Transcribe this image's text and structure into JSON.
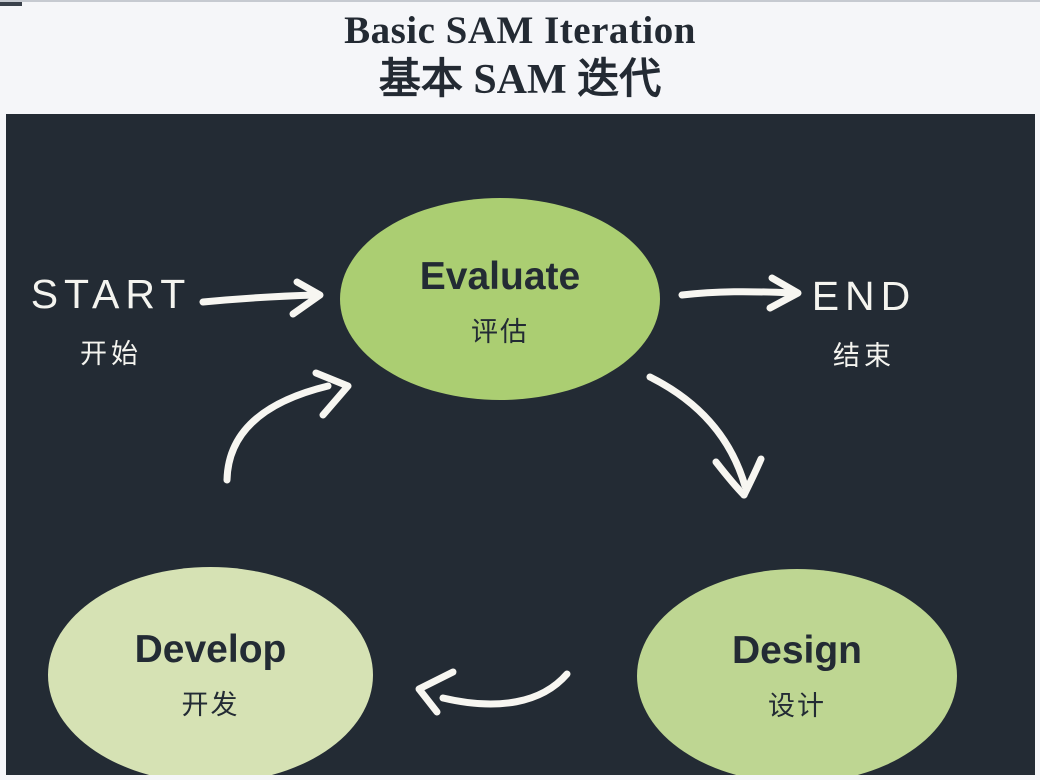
{
  "title": {
    "line1": "Basic SAM Iteration",
    "line2": "基本 SAM 迭代"
  },
  "diagram": {
    "background_color": "#232b34",
    "arrow_color": "#f7f6f1",
    "start": {
      "label": "START",
      "label_zh": "开始"
    },
    "end": {
      "label": "END",
      "label_zh": "结束"
    },
    "nodes": [
      {
        "id": "evaluate",
        "label": "Evaluate",
        "label_zh": "评估",
        "color": "#abce72"
      },
      {
        "id": "design",
        "label": "Design",
        "label_zh": "设计",
        "color": "#bed692"
      },
      {
        "id": "develop",
        "label": "Develop",
        "label_zh": "开发",
        "color": "#d6e2b4"
      }
    ],
    "flow": [
      "START → Evaluate",
      "Evaluate → END",
      "Evaluate → Design",
      "Design → Develop",
      "Develop → Evaluate"
    ]
  }
}
